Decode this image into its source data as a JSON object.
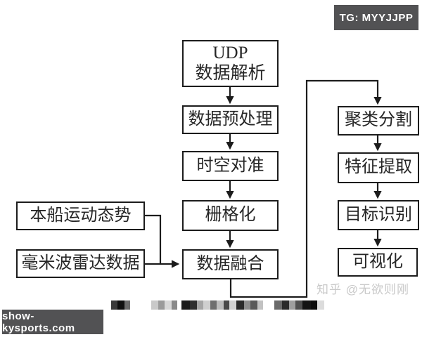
{
  "badges": {
    "tg": "TG: MYYJJPP",
    "site": "show-kysports.com"
  },
  "watermark": "知乎 @无欲则刚",
  "flowchart": {
    "nodes": {
      "udp": {
        "line1": "UDP",
        "line2": "数据解析"
      },
      "preprocess": "数据预处理",
      "align": "时空对准",
      "raster": "栅格化",
      "fusion": "数据融合",
      "ship": "本船运动态势",
      "radar": "毫米波雷达数据",
      "cluster": "聚类分割",
      "feature": "特征提取",
      "target": "目标识别",
      "visual": "可视化"
    },
    "flow_order_center": [
      "UDP 数据解析",
      "数据预处理",
      "时空对准",
      "栅格化",
      "数据融合"
    ],
    "flow_inputs_left": [
      "本船运动态势",
      "毫米波雷达数据"
    ],
    "flow_order_right": [
      "聚类分割",
      "特征提取",
      "目标识别",
      "可视化"
    ]
  },
  "caption_mosaic": {
    "note": "censored/pixelated caption strip",
    "cells": [
      {
        "w": 9,
        "c": "#3a3a3a"
      },
      {
        "w": 10,
        "c": "#0f0f0f"
      },
      {
        "w": 8,
        "c": "#6a6a6a"
      },
      {
        "w": 30,
        "c": null
      },
      {
        "w": 10,
        "c": "#c9c9c9"
      },
      {
        "w": 9,
        "c": "#9b9b9b"
      },
      {
        "w": 10,
        "c": "#d8d8d8"
      },
      {
        "w": 8,
        "c": "#8a8a8a"
      },
      {
        "w": 6,
        "c": null
      },
      {
        "w": 12,
        "c": "#1c1c1c"
      },
      {
        "w": 10,
        "c": "#2e2e2e"
      },
      {
        "w": 9,
        "c": "#a5a5a5"
      },
      {
        "w": 10,
        "c": "#cfcfcf"
      },
      {
        "w": 9,
        "c": "#6f6f6f"
      },
      {
        "w": 10,
        "c": "#bdbdbd"
      },
      {
        "w": 8,
        "c": "#4a4a4a"
      },
      {
        "w": 10,
        "c": "#d2d2d2"
      },
      {
        "w": 11,
        "c": "#2a2a2a"
      },
      {
        "w": 9,
        "c": "#8d8d8d"
      },
      {
        "w": 10,
        "c": "#5a5a5a"
      },
      {
        "w": 8,
        "c": "#c2c2c2"
      },
      {
        "w": 16,
        "c": null
      },
      {
        "w": 11,
        "c": "#6a6a6a"
      },
      {
        "w": 10,
        "c": "#2b2b2b"
      },
      {
        "w": 9,
        "c": "#9e9e9e"
      },
      {
        "w": 10,
        "c": "#4f4f4f"
      },
      {
        "w": 12,
        "c": "#141414"
      },
      {
        "w": 9,
        "c": "#0c0c0c"
      },
      {
        "w": 10,
        "c": "#dcdcdc"
      }
    ]
  },
  "colors": {
    "badge_bg": "#525254",
    "box_border": "#1c1c1c",
    "line": "#1c1c1c",
    "watermark": "#c9c9c9"
  }
}
